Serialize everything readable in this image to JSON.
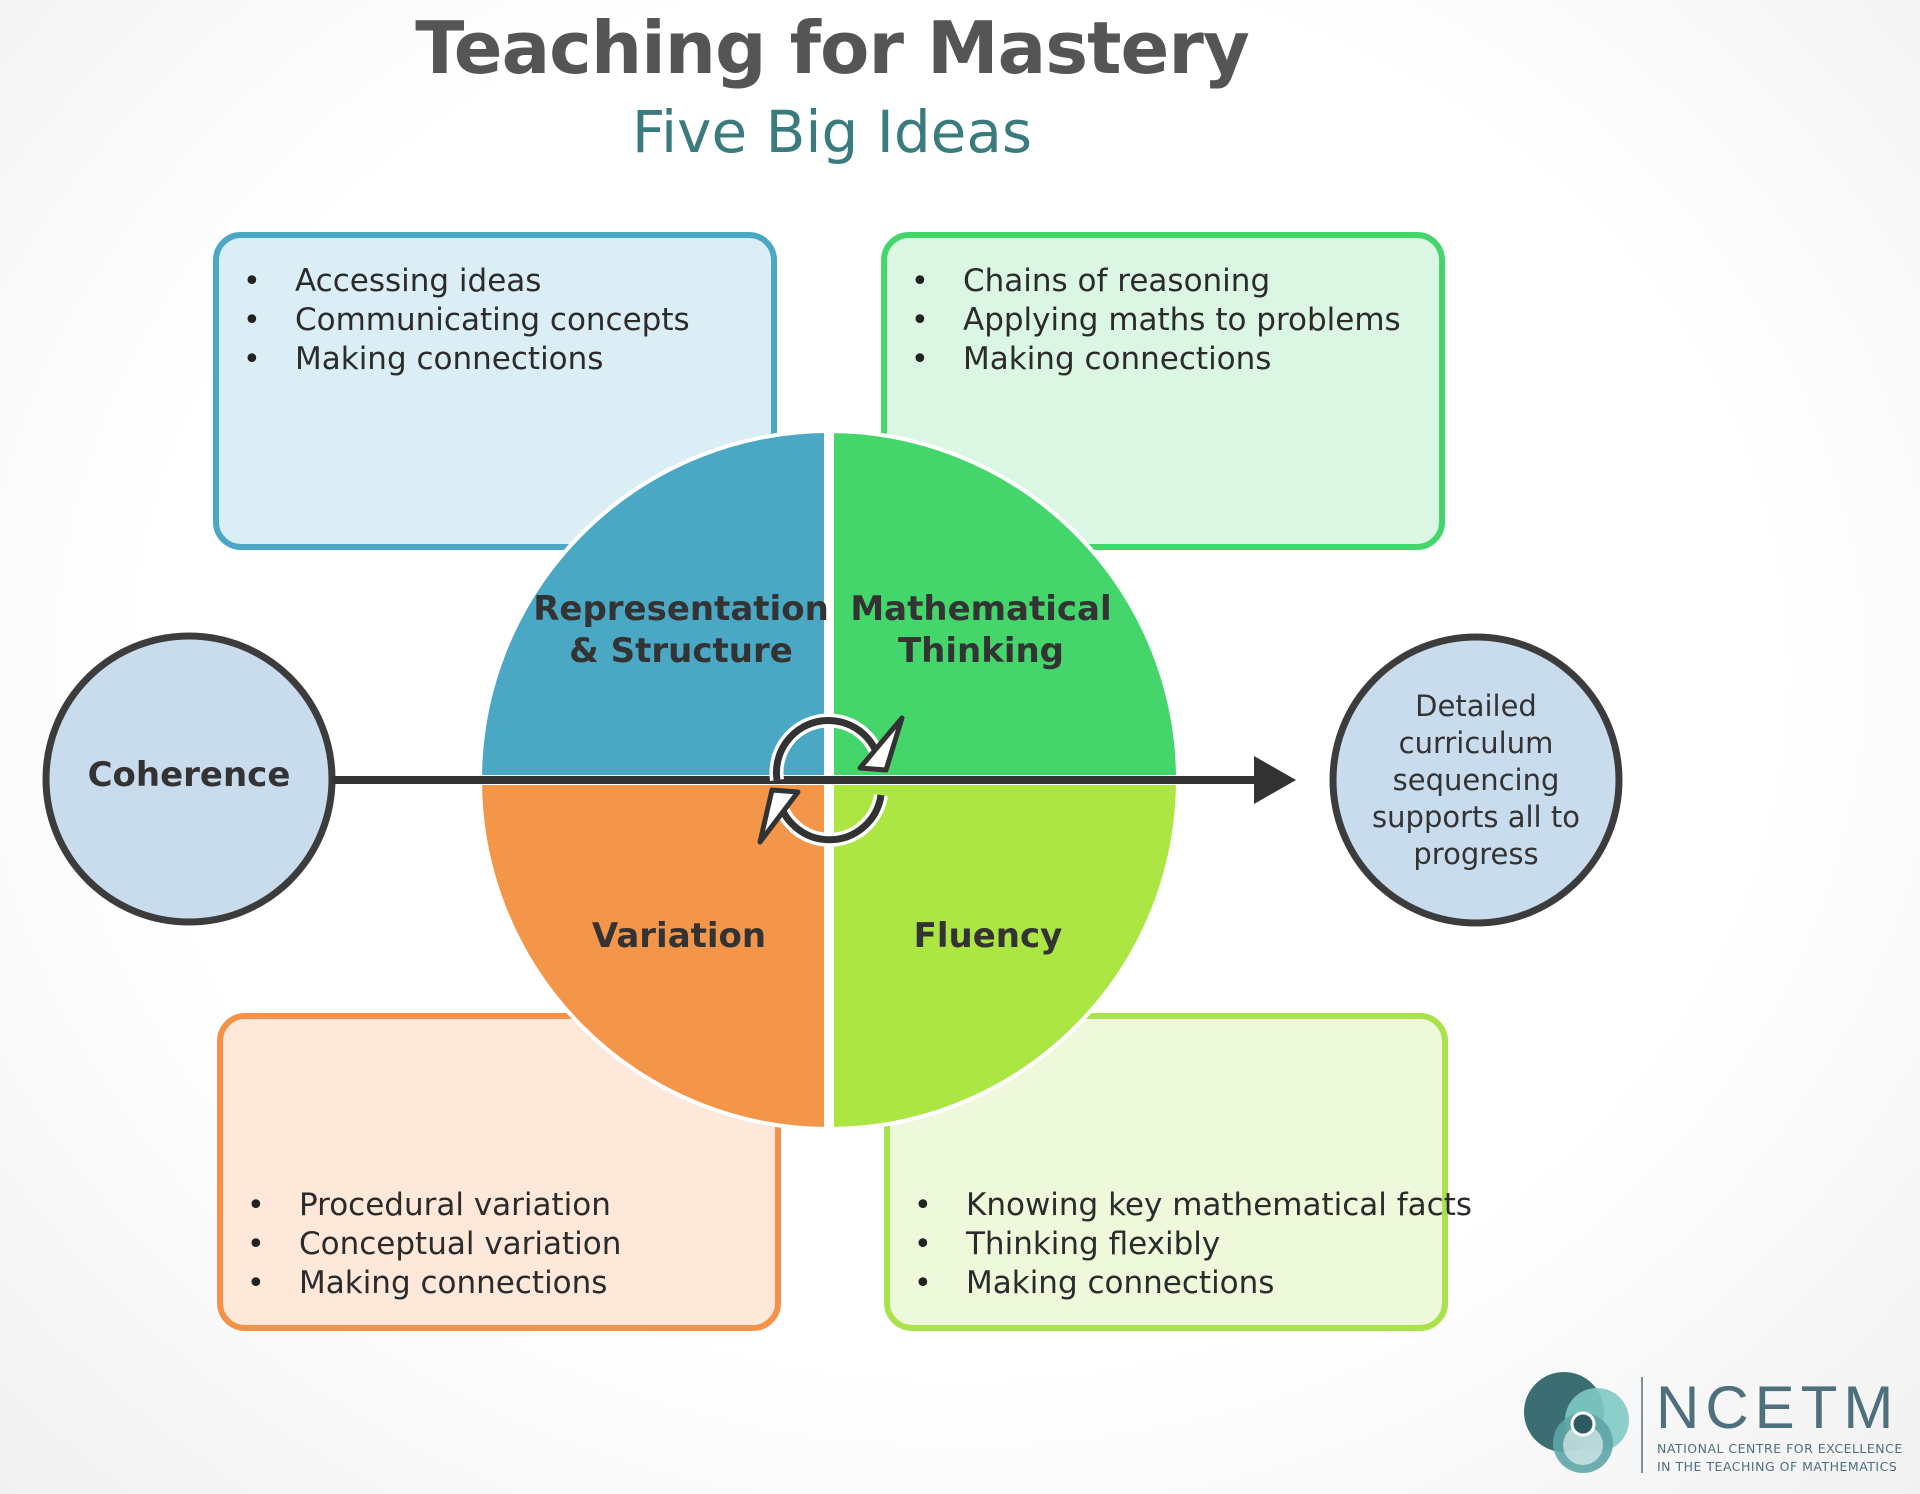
{
  "title": "Teaching for Mastery",
  "subtitle": "Five Big Ideas",
  "quadrants": {
    "representation": {
      "label_line1": "Representation",
      "label_line2": "& Structure",
      "color": "#4aa8c4",
      "points": [
        "Accessing ideas",
        "Communicating concepts",
        "Making connections"
      ]
    },
    "mathematical_thinking": {
      "label_line1": "Mathematical",
      "label_line2": "Thinking",
      "color": "#44d66a",
      "points": [
        "Chains of reasoning",
        "Applying maths to problems",
        "Making connections"
      ]
    },
    "variation": {
      "label": "Variation",
      "color": "#f4964a",
      "points": [
        "Procedural variation",
        "Conceptual variation",
        "Making connections"
      ]
    },
    "fluency": {
      "label": "Fluency",
      "color": "#abe642",
      "points": [
        "Knowing key mathematical facts",
        "Thinking flexibly",
        "Making connections"
      ]
    }
  },
  "coherence": {
    "label": "Coherence",
    "color": "#c9dcee"
  },
  "outcome": {
    "text": "Detailed curriculum sequencing supports all to progress",
    "color": "#c9dcee"
  },
  "logo": {
    "name": "NCETM",
    "line1": "NATIONAL CENTRE FOR EXCELLENCE",
    "line2": "IN THE TEACHING OF MATHEMATICS"
  }
}
